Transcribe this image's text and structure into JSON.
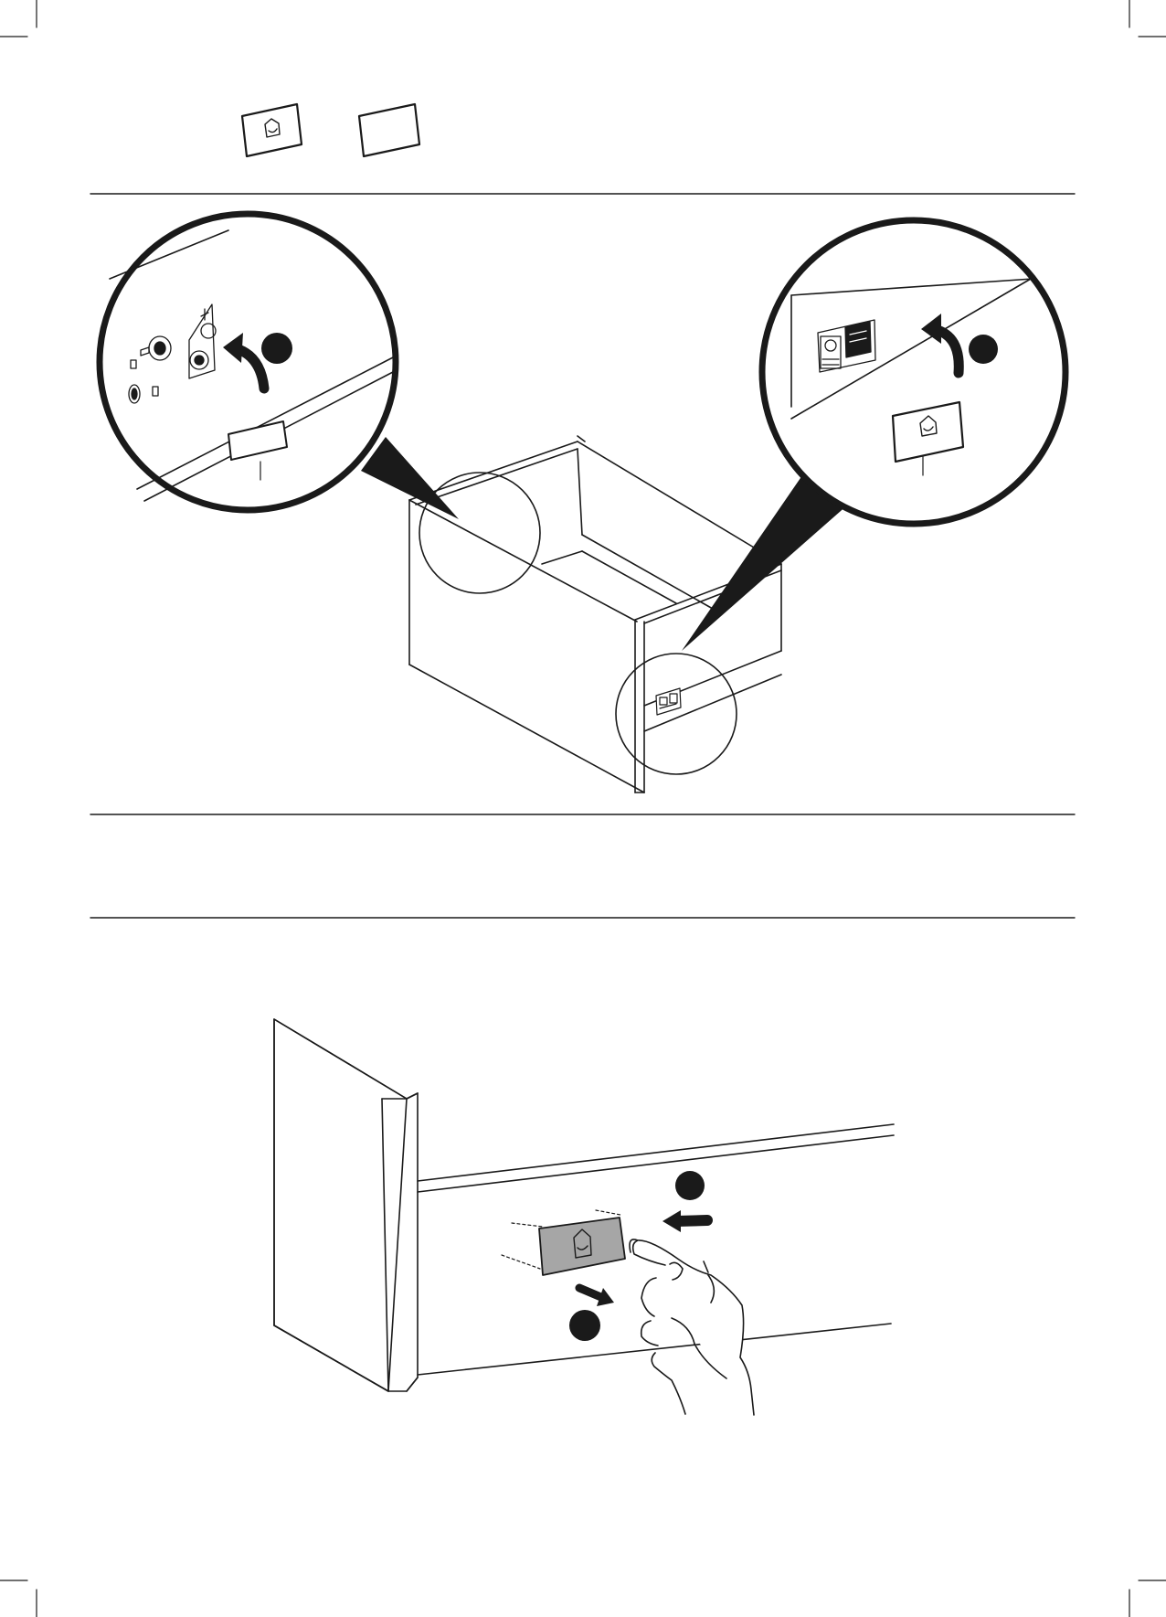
{
  "document": {
    "type": "assembly-instruction-page",
    "text_content": []
  },
  "step_markers": {
    "zoom_left": {
      "shape": "filled-circle"
    },
    "zoom_right": {
      "shape": "filled-circle"
    },
    "press_top": {
      "shape": "filled-circle"
    },
    "press_bottom": {
      "shape": "filled-circle"
    }
  },
  "parts_header": {
    "items": [
      {
        "name": "cover-cap-with-house-logo",
        "icon": "house-logo-icon"
      },
      {
        "name": "blank-cover-cap",
        "icon": "blank-cap-icon"
      }
    ]
  },
  "colors": {
    "ink": "#1a1a1a",
    "cap_fill": "#a6a6a6",
    "marker_fill": "#1a1a1a",
    "background": "#ffffff"
  }
}
